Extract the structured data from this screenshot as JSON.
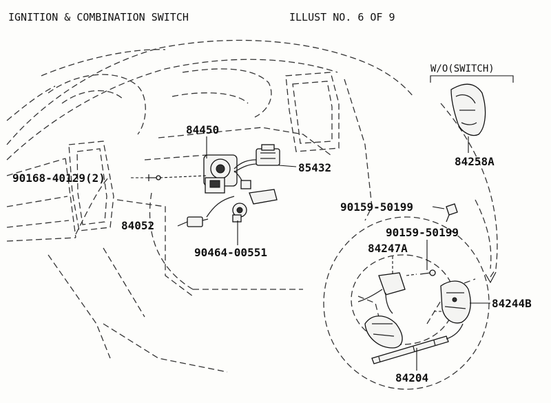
{
  "header": {
    "title": "IGNITION & COMBINATION SWITCH",
    "illust": "ILLUST NO. 6 OF 9"
  },
  "note": "W/O(SWITCH)",
  "parts": {
    "p84450": "84450",
    "p85432": "85432",
    "p90168": "90168-40129(2)",
    "p84052": "84052",
    "p90464": "90464-00551",
    "p84258A": "84258A",
    "p90159a": "90159-50199",
    "p90159b": "90159-50199",
    "p84247A": "84247A",
    "p84244B": "84244B",
    "p84204": "84204"
  }
}
